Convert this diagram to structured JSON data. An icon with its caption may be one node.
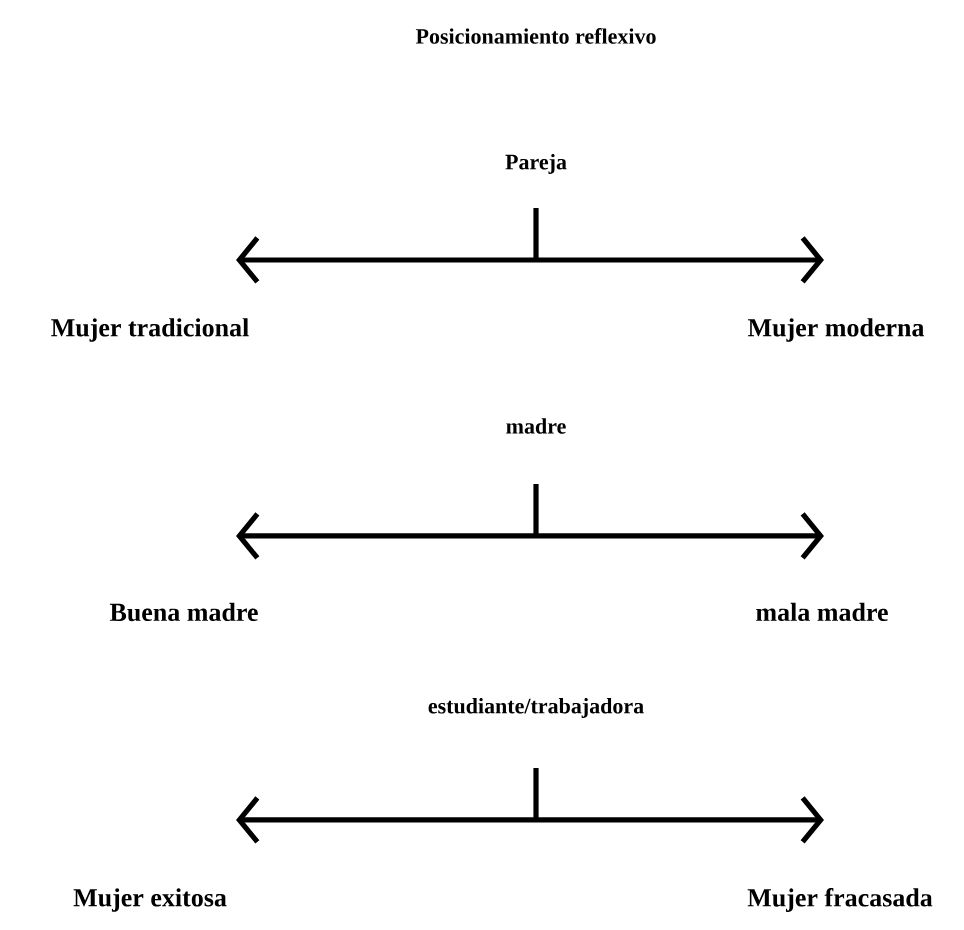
{
  "diagram": {
    "title": "Posicionamiento reflexivo",
    "nodes": [
      {
        "text": [
          "Mujer tradicional"
        ]
      },
      {
        "text": [
          "Mujer moderna"
        ]
      },
      {
        "text": [
          "Buena madre"
        ]
      },
      {
        "text": [
          "mala madre"
        ]
      },
      {
        "text": [
          "Mujer exitosa"
        ]
      },
      {
        "text": [
          "Mujer fracasada"
        ]
      }
    ],
    "edges": [
      {
        "from": 0,
        "to": 1,
        "arrow": "both"
      },
      {
        "from": 2,
        "to": 3,
        "arrow": "both"
      },
      {
        "from": 4,
        "to": 5,
        "arrow": "both"
      }
    ],
    "labels": [
      "Pareja",
      "madre",
      "estudiante/trabajadora"
    ]
  }
}
